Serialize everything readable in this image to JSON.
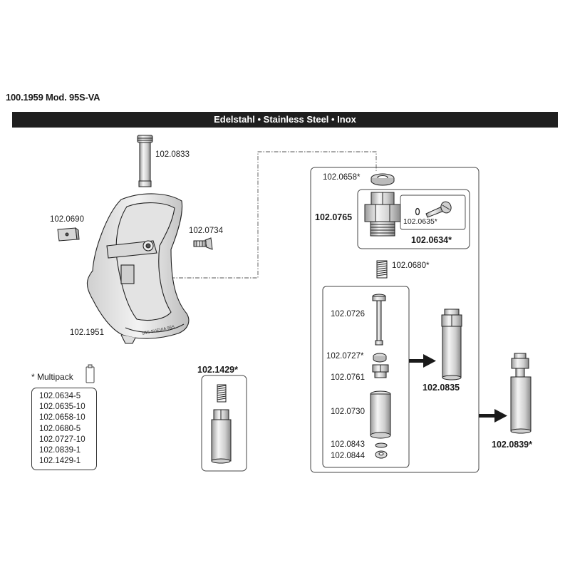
{
  "title": "100.1959 Mod. 95S-VA",
  "material_band": "Edelstahl • Stainless Steel • Inox",
  "parts": {
    "p0833": "102.0833",
    "p0690": "102.0690",
    "p0734": "102.0734",
    "p1951": "102.1951",
    "p0658": "102.0658*",
    "p0765": "102.0765",
    "p0635": "102.0635*",
    "p0634": "102.0634*",
    "p0680": "102.0680*",
    "p0726": "102.0726",
    "p0727": "102.0727*",
    "p0761": "102.0761",
    "p0730": "102.0730",
    "p0843": "102.0843",
    "p0844": "102.0844",
    "p0835": "102.0835",
    "p0839": "102.0839*",
    "p1429": "102.1429*"
  },
  "bowl_marking": "95S SUEVIA 95S",
  "multipack": {
    "title": "* Multipack",
    "items": [
      "102.0634-5",
      "102.0635-10",
      "102.0658-10",
      "102.0680-5",
      "102.0727-10",
      "102.0839-1",
      "102.1429-1"
    ]
  }
}
